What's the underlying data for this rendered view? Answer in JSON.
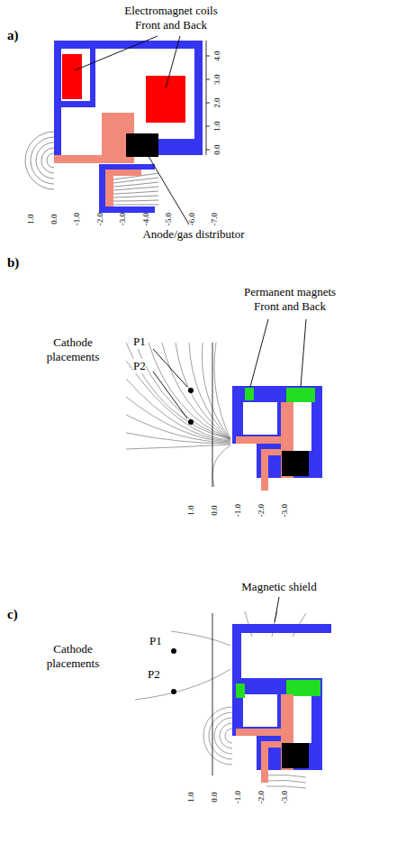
{
  "diagram": {
    "labels": [
      "a)",
      "Electromagnet coils Front and Back",
      "Anode/gas distributor",
      "4.0",
      "3.0",
      "2.0",
      "1.0",
      "0.0",
      "1.0",
      "0.0",
      "-1.0",
      "-2.0",
      "-3.0",
      "-4.0",
      "-5.0",
      "-6.0",
      "-7.0",
      "b)",
      "Permanent magnets Front and Back",
      "Cathode placements",
      "P1",
      "P2",
      "1.0",
      "0.0",
      "-1.0",
      "-2.0",
      "-3.0",
      "c)",
      "Magnetic shield",
      "Cathode placements",
      "P1",
      "P2",
      "1.0",
      "0.0",
      "-1.0",
      "-2.0",
      "-3.0"
    ]
  }
}
